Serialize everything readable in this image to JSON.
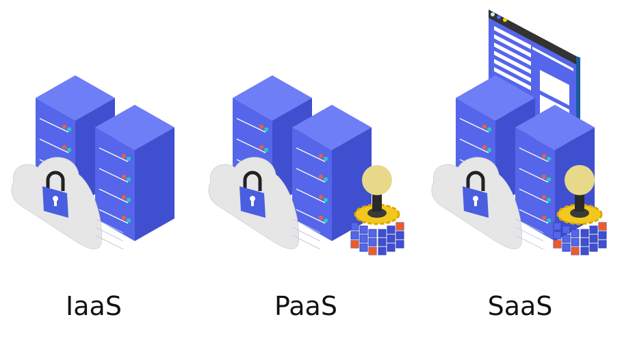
{
  "panels": [
    {
      "label": "IaaS",
      "extras": []
    },
    {
      "label": "PaaS",
      "extras": [
        "lightbulb-gear-cube"
      ]
    },
    {
      "label": "SaaS",
      "extras": [
        "lightbulb-gear-cube",
        "browser-window"
      ]
    }
  ],
  "colors": {
    "server_top": "#6e7ef6",
    "server_front": "#5566ea",
    "server_side": "#3f4fcf",
    "led_red": "#e0604a",
    "led_teal": "#2bc7b8",
    "cloud": "#e6e6e6",
    "lock": "#4a5fe0",
    "bulb": "#e8d98a",
    "gear": "#f2c81e",
    "cube_orange": "#ee5a2a",
    "window_bar": "#333333"
  }
}
